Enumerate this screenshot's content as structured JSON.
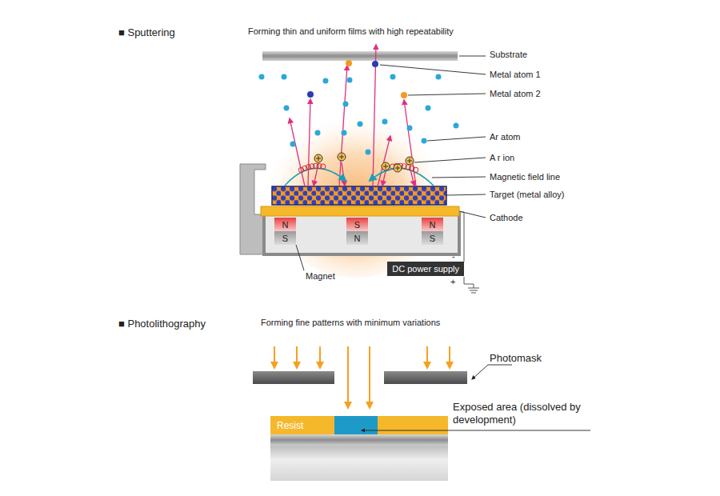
{
  "diagram": {
    "nodes": [
      {
        "text": [
          "N",
          "S"
        ]
      },
      {
        "text": [
          "S",
          "N"
        ]
      },
      {
        "text": [
          "N",
          "S"
        ]
      },
      {
        "text": [
          "DC power supply"
        ]
      },
      {
        "text": [
          "Resist"
        ]
      }
    ],
    "labels": [
      "■ Sputtering",
      "Forming thin and uniform films with high repeatability",
      "Substrate",
      "Metal atom 1",
      "Metal atom 2",
      "Ar atom",
      "A r ion",
      "Magnetic field line",
      "Target (metal alloy)",
      "Cathode",
      "Magnet",
      "-",
      "+",
      "■ Photolithography",
      "Forming fine patterns with minimum variations",
      "Photomask",
      "Exposed area (dissolved by development)"
    ]
  }
}
